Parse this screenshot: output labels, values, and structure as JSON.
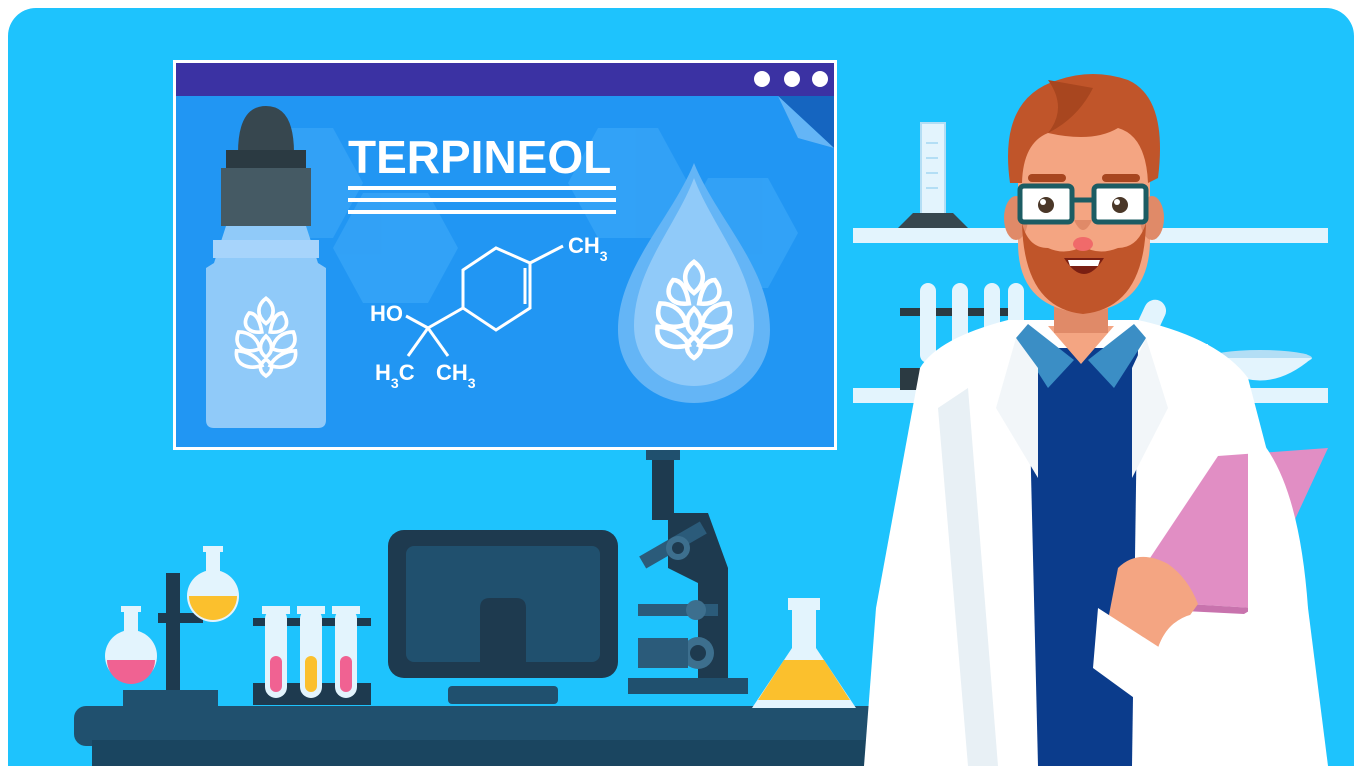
{
  "board": {
    "title": "TERPINEOL",
    "molecule": {
      "top_group": "CH",
      "top_group_sub": "3",
      "hydroxyl": "HO",
      "left_group": "H",
      "left_group_sub": "3",
      "left_group_tail": "C",
      "right_group": "CH",
      "right_group_sub": "3"
    }
  },
  "colors": {
    "background": "#1ec3fd",
    "board": "#2196f3",
    "board_header": "#3b32a3",
    "desk": "#20506e",
    "coat": "#ffffff",
    "sweater": "#0b3c8c",
    "clipboard": "#e18ec4",
    "hair": "#c0552a"
  },
  "icons": [
    "dropper-bottle-icon",
    "hop-cone-icon",
    "water-drop-icon",
    "window-dots-icon",
    "microscope-icon",
    "monitor-icon",
    "flask-icon",
    "test-tube-icon",
    "scientist-icon"
  ]
}
